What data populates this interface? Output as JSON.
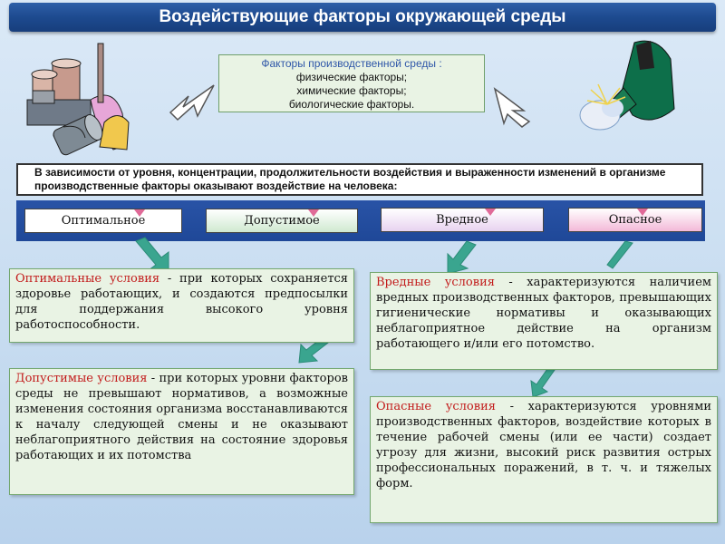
{
  "title": "Воздействующие факторы окружающей среды",
  "factors": {
    "heading": "Факторы производственной среды :",
    "items": [
      "физические факторы;",
      "химические факторы;",
      "биологические факторы."
    ]
  },
  "dependency_text": "В зависимости от уровня, концентрации, продолжительности воздействия и выраженности изменений в организме  производственные факторы оказывают воздействие на человека:",
  "levels": [
    "Оптимальное",
    "Допустимое",
    "Вредное",
    "Опасное"
  ],
  "conditions": {
    "optimal": {
      "term": "Оптимальные условия",
      "text": " - при которых сохраняется здоровье работающих, и создаются предпосылки для поддержания высокого уровня работоспособности."
    },
    "acceptable": {
      "term": "Допустимые условия",
      "text": " - при которых уровни факторов среды не превышают нормативов, а возможные изменения состояния организма восстанавливаются к началу следующей смены и не оказывают неблагоприятного действия на состояние здоровья работающих и их потомства"
    },
    "harmful": {
      "term": "Вредные условия",
      "text": " - характеризуются наличием вредных производственных факторов, превышающих гигиенические нормативы и оказывающих неблагоприятное действие на организм работающего и/или его потомство."
    },
    "dangerous": {
      "term": "Опасные условия",
      "text": " - характеризуются уровнями производственных факторов, воздействие которых в течение рабочей смены (или ее части) создает угрозу для жизни, высокий риск развития острых профессиональных поражений, в т. ч. и тяжелых форм."
    }
  },
  "colors": {
    "title_bg": "#1d4a8f",
    "band_bg": "#2953a6",
    "box_bg": "#e9f3e4",
    "term_red": "#c21b1b",
    "arrow_green": "#3aa58f"
  },
  "icons": [
    "factory-clipart-icon",
    "welder-clipart-icon"
  ]
}
